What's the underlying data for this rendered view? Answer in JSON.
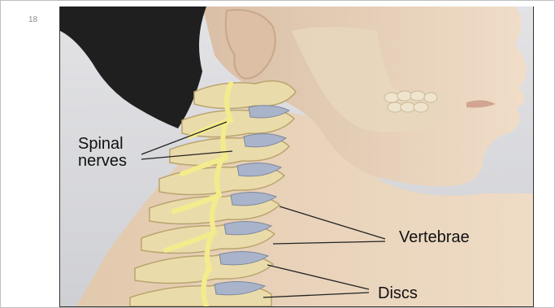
{
  "slide": {
    "number": "18"
  },
  "illustration": {
    "labels": {
      "spinal_nerves_line1": "Spinal",
      "spinal_nerves_line2": "nerves",
      "vertebrae": "Vertebrae",
      "discs": "Discs"
    }
  },
  "colors": {
    "skin": "#e9d3bc",
    "bone": "#eadcaa",
    "nerve": "#f4ec8c",
    "disc": "#a9b3c9",
    "hair": "#1f1f1f",
    "background": "#d9d9dc"
  }
}
